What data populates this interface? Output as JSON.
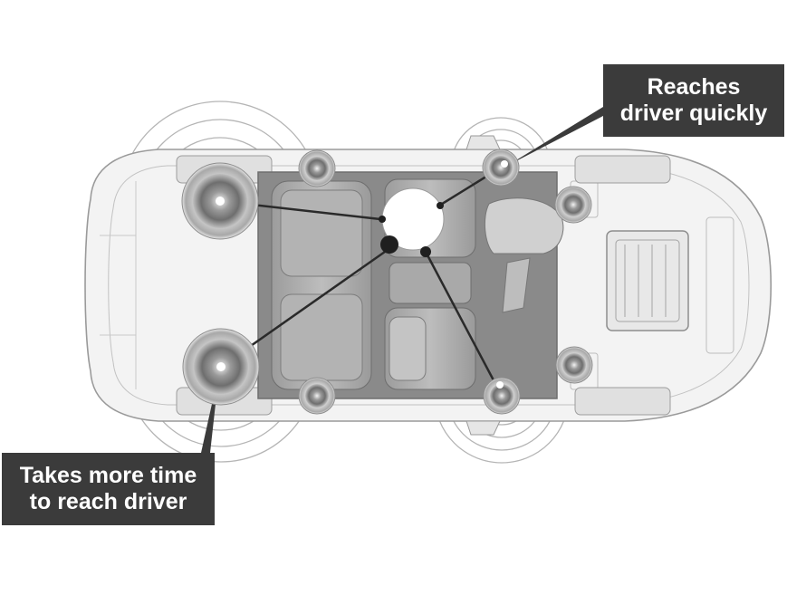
{
  "callouts": {
    "quick": {
      "line1": "Reaches",
      "line2": "driver quickly"
    },
    "slow": {
      "line1": "Takes more time",
      "line2": "to reach driver"
    }
  },
  "colors": {
    "callout_bg": "#3b3b3b",
    "callout_text": "#ffffff",
    "car_body": "#f3f3f3",
    "car_outline": "#9a9a9a",
    "cabin_fill": "#8a8a8a",
    "speaker_rim": "#bdbdbd",
    "speaker_cone": "#7d7d7d",
    "leader_line": "#2a2a2a",
    "sound_wave": "#b5b5b5",
    "driver_head": "#ffffff"
  },
  "icons": {
    "speaker": "speaker-icon",
    "driver": "driver-head-icon",
    "ear": "ear-marker-icon"
  }
}
